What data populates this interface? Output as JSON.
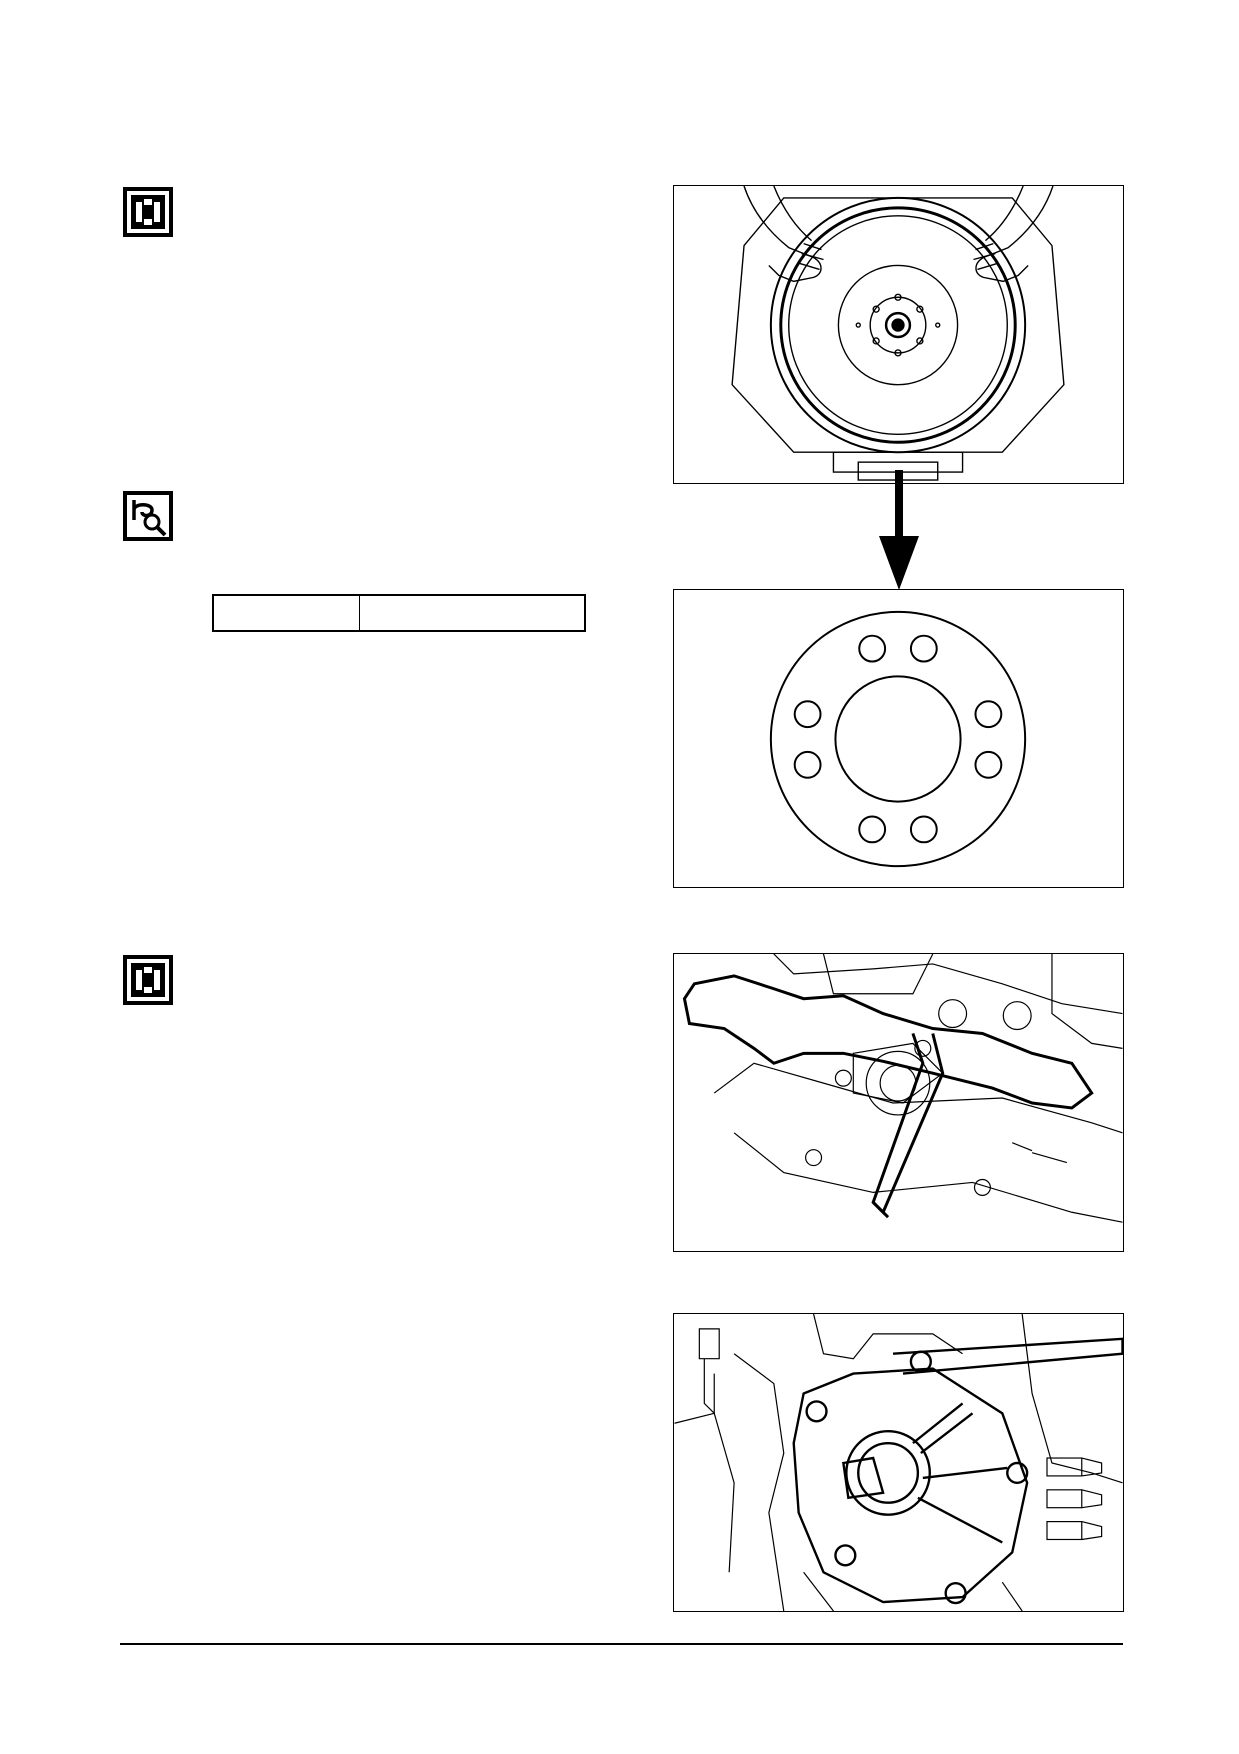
{
  "icons": [
    {
      "name": "disassembly-icon"
    },
    {
      "name": "inspection-icon"
    },
    {
      "name": "disassembly-icon"
    }
  ],
  "spec_table": {
    "cells": [
      "",
      ""
    ]
  },
  "figures": [
    {
      "name": "flywheel-removal-figure"
    },
    {
      "name": "flywheel-bolt-pattern-figure"
    },
    {
      "name": "engine-lifting-bracket-figure"
    },
    {
      "name": "housing-cover-bolts-figure"
    }
  ]
}
